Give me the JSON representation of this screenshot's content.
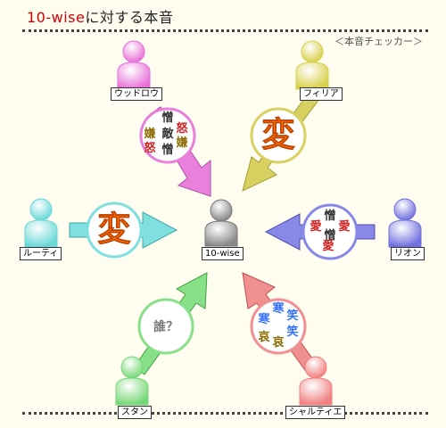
{
  "header": {
    "title_highlight": "10-wise",
    "title_rest": "に対する本音",
    "checker_label": "＜本音チェッカー＞"
  },
  "center": {
    "name": "10-wise"
  },
  "people": [
    {
      "name": "ウッドロウ",
      "color": "#e870d8",
      "emotions": [
        "嫌",
        "憎",
        "怒",
        "敵",
        "怒",
        "嫌",
        "憎"
      ]
    },
    {
      "name": "フィリア",
      "color": "#d8d04a",
      "emotions": [
        "変"
      ]
    },
    {
      "name": "ルーティ",
      "color": "#6ad8d8",
      "emotions": [
        "変"
      ]
    },
    {
      "name": "リオン",
      "color": "#7070e0",
      "emotions": [
        "憎",
        "愛",
        "愛",
        "憎",
        "愛"
      ]
    },
    {
      "name": "スタン",
      "color": "#78d878",
      "emotions": [
        "誰？"
      ]
    },
    {
      "name": "シャルティエ",
      "color": "#f08080",
      "emotions": [
        "寒",
        "寒",
        "笑",
        "哀",
        "笑",
        "哀"
      ]
    }
  ]
}
